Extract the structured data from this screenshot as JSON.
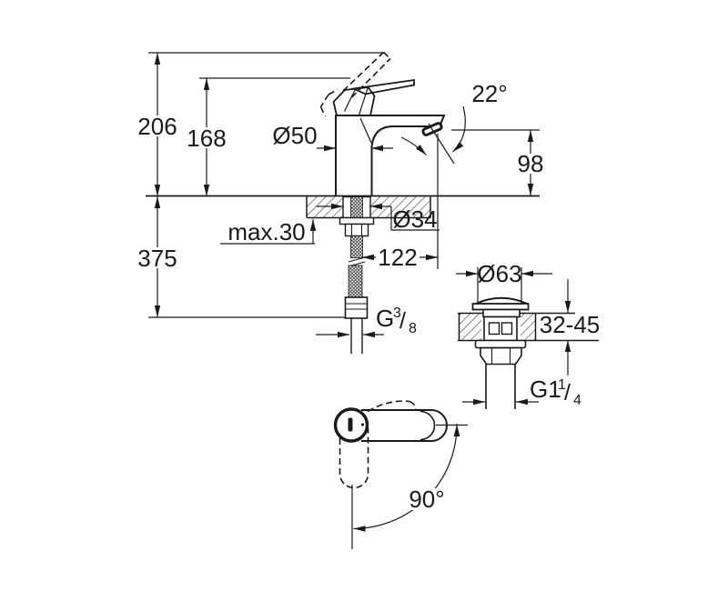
{
  "drawing": {
    "type": "faucet-technical-dimension-drawing",
    "colors": {
      "line": "#1a1a1a",
      "background": "#ffffff"
    },
    "dimensions": {
      "total_height": "206",
      "lever_height": "168",
      "body_diameter": "Ø50",
      "spout_angle": "22°",
      "spout_height": "98",
      "deck_thickness_max": "max.30",
      "hole_diameter": "Ø34",
      "hose_length": "375",
      "spout_projection": "122",
      "drain_cap_diameter": "Ø63",
      "drain_deck_range": "32-45",
      "handle_swivel_angle": "90°"
    },
    "threads": {
      "supply": {
        "prefix": "G",
        "sup": "3",
        "slash": "/",
        "sub": "8"
      },
      "drain": {
        "prefix": "G1",
        "sup": "1",
        "slash": "/",
        "sub": "4"
      }
    }
  }
}
